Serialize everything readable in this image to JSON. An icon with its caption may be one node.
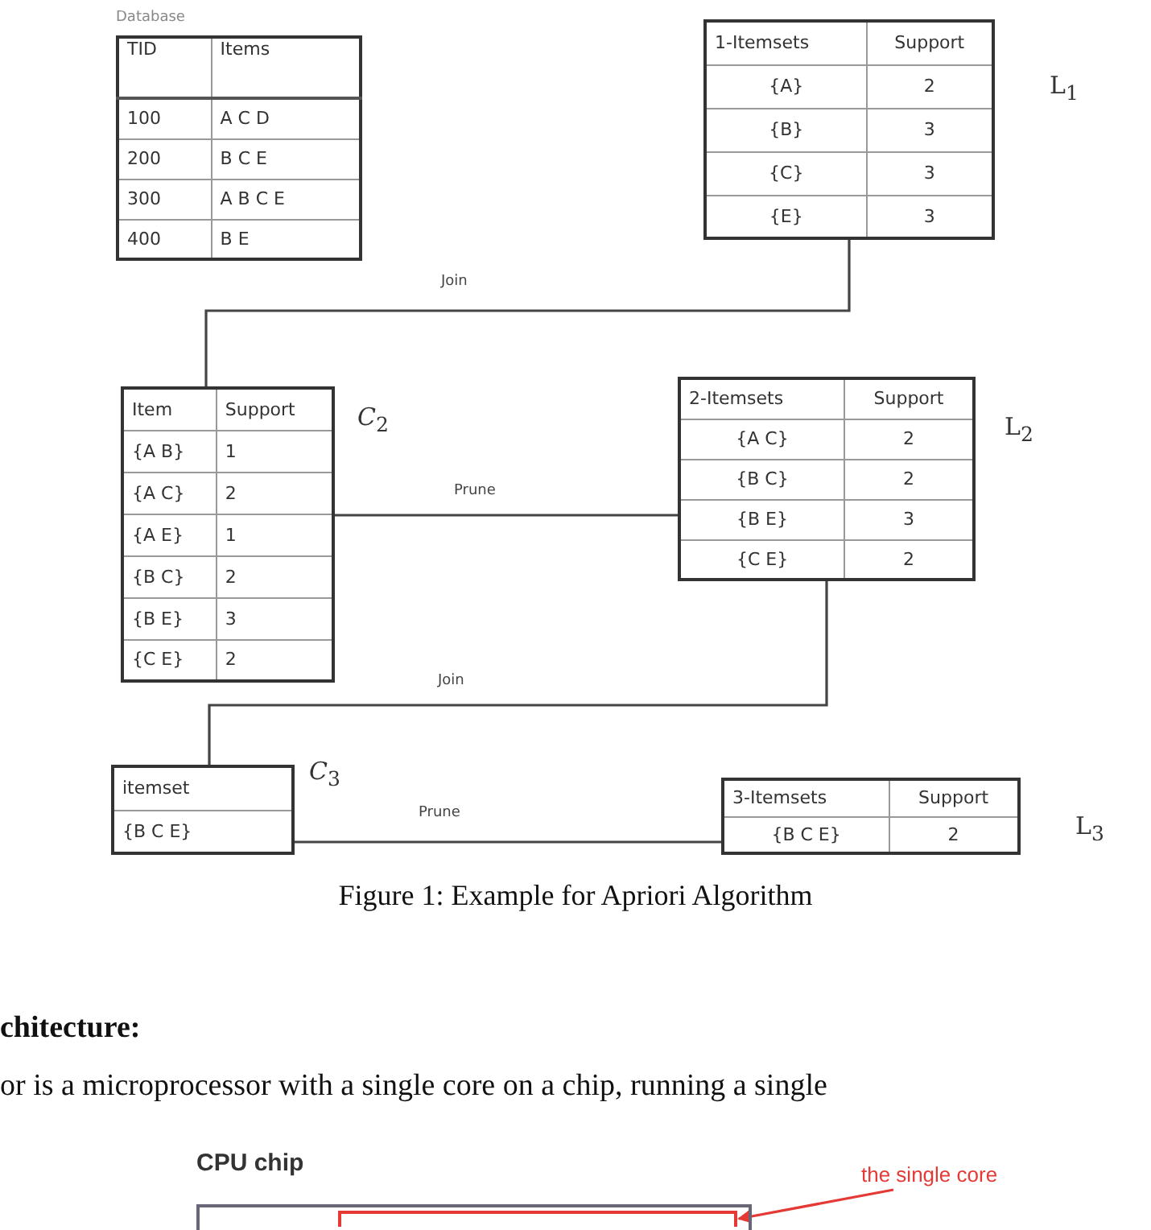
{
  "diagram": {
    "caption": "Figure 1: Example for Apriori Algorithm",
    "nodes": [
      {
        "text": [
          "Database",
          "TID",
          "Items",
          "100",
          "A C D",
          "200",
          "B C E",
          "300",
          "A B C E",
          "400",
          "B E"
        ]
      },
      {
        "text": [
          "1-Itemsets",
          "Support",
          "{A}",
          "2",
          "{B}",
          "3",
          "{C}",
          "3",
          "{E}",
          "3"
        ],
        "beside": [
          "L$_{1}$"
        ]
      },
      {
        "text": [
          "Item",
          "Support",
          "{A B}",
          "1",
          "{A C}",
          "2",
          "{A E}",
          "1",
          "{B C}",
          "2",
          "{B E}",
          "3",
          "{C E}",
          "2"
        ],
        "beside": [
          "*C*$_{2}$"
        ]
      },
      {
        "text": [
          "2-Itemsets",
          "Support",
          "{A C}",
          "2",
          "{B C}",
          "2",
          "{B E}",
          "3",
          "{C E}",
          "2"
        ],
        "beside": [
          "L$_{2}$"
        ]
      },
      {
        "text": [
          "itemset",
          "{B C E}"
        ],
        "beside": [
          "*C*$_{3}$"
        ]
      },
      {
        "text": [
          "3-Itemsets",
          "Support",
          "{B C E}",
          "2"
        ],
        "beside": [
          "L$_{3}$"
        ]
      },
      {
        "text": [
          "CPU chip"
        ]
      },
      {
        "text": [],
        "shape": "box",
        "in": 6
      },
      {
        "text": [
          "the single core"
        ]
      }
    ],
    "edges": [
      {
        "from": 1,
        "to": 2,
        "arrow": "none",
        "label": "Join"
      },
      {
        "from": 2,
        "to": 3,
        "arrow": "none",
        "label": "Prune"
      },
      {
        "from": 3,
        "to": 4,
        "arrow": "none",
        "label": "Join"
      },
      {
        "from": 4,
        "to": 5,
        "arrow": "none",
        "label": "Prune"
      },
      {
        "from": 8,
        "to": 7,
        "arrow": "to",
        "color": "#e53935"
      }
    ],
    "labels": [
      "chitecture:",
      "or is a microprocessor with a single core on a chip, running a single"
    ]
  }
}
